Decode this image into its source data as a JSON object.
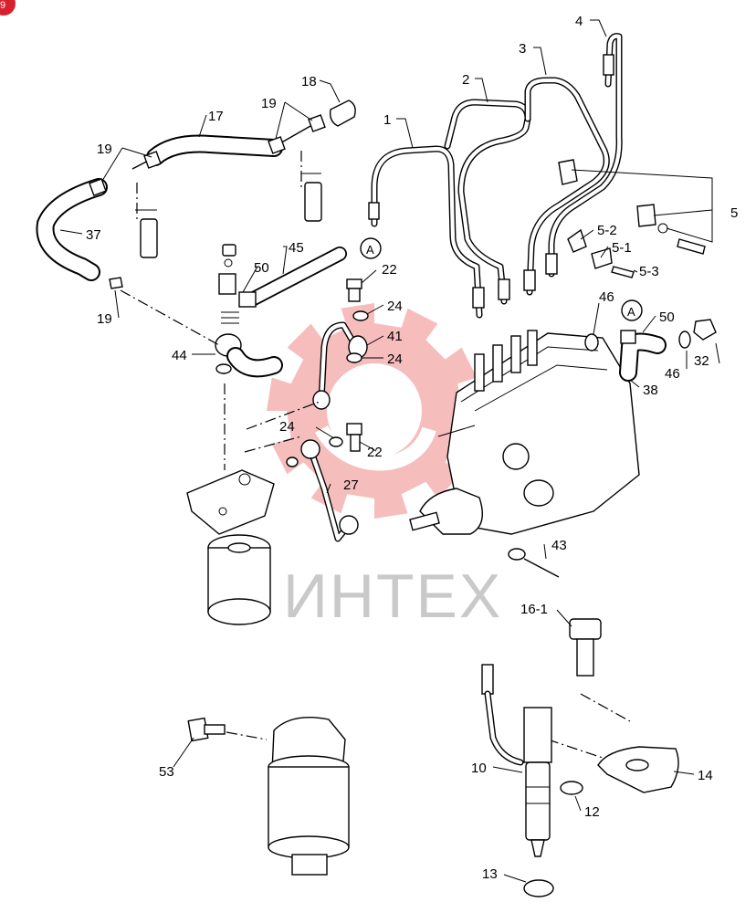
{
  "watermark": {
    "text": "ИНТЕХ",
    "color": "#f4a7a7"
  },
  "corner_badge": {
    "color": "#d6212e"
  },
  "callouts": [
    {
      "id": "c4",
      "label": "4"
    },
    {
      "id": "c3",
      "label": "3"
    },
    {
      "id": "c2",
      "label": "2"
    },
    {
      "id": "c1",
      "label": "1"
    },
    {
      "id": "c18",
      "label": "18"
    },
    {
      "id": "c17",
      "label": "17"
    },
    {
      "id": "c19a",
      "label": "19"
    },
    {
      "id": "c19b",
      "label": "19"
    },
    {
      "id": "c19c",
      "label": "19"
    },
    {
      "id": "c37",
      "label": "37"
    },
    {
      "id": "c5",
      "label": "5"
    },
    {
      "id": "c5_2",
      "label": "5-2"
    },
    {
      "id": "c5_1",
      "label": "5-1"
    },
    {
      "id": "c5_3",
      "label": "5-3"
    },
    {
      "id": "c45",
      "label": "45"
    },
    {
      "id": "c50a",
      "label": "50"
    },
    {
      "id": "c22a",
      "label": "22"
    },
    {
      "id": "c24a",
      "label": "24"
    },
    {
      "id": "c41",
      "label": "41"
    },
    {
      "id": "c24b",
      "label": "24"
    },
    {
      "id": "c44",
      "label": "44"
    },
    {
      "id": "c46a",
      "label": "46"
    },
    {
      "id": "c50b",
      "label": "50"
    },
    {
      "id": "c32",
      "label": "32"
    },
    {
      "id": "c46b",
      "label": "46"
    },
    {
      "id": "c38",
      "label": "38"
    },
    {
      "id": "c24c",
      "label": "24"
    },
    {
      "id": "c22b",
      "label": "22"
    },
    {
      "id": "c27",
      "label": "27"
    },
    {
      "id": "c43",
      "label": "43"
    },
    {
      "id": "c16_1",
      "label": "16-1"
    },
    {
      "id": "c53",
      "label": "53"
    },
    {
      "id": "c10",
      "label": "10"
    },
    {
      "id": "c14",
      "label": "14"
    },
    {
      "id": "c12",
      "label": "12"
    },
    {
      "id": "c13",
      "label": "13"
    }
  ],
  "markers": [
    {
      "id": "mA1",
      "label": "A"
    },
    {
      "id": "mA2",
      "label": "A"
    }
  ]
}
